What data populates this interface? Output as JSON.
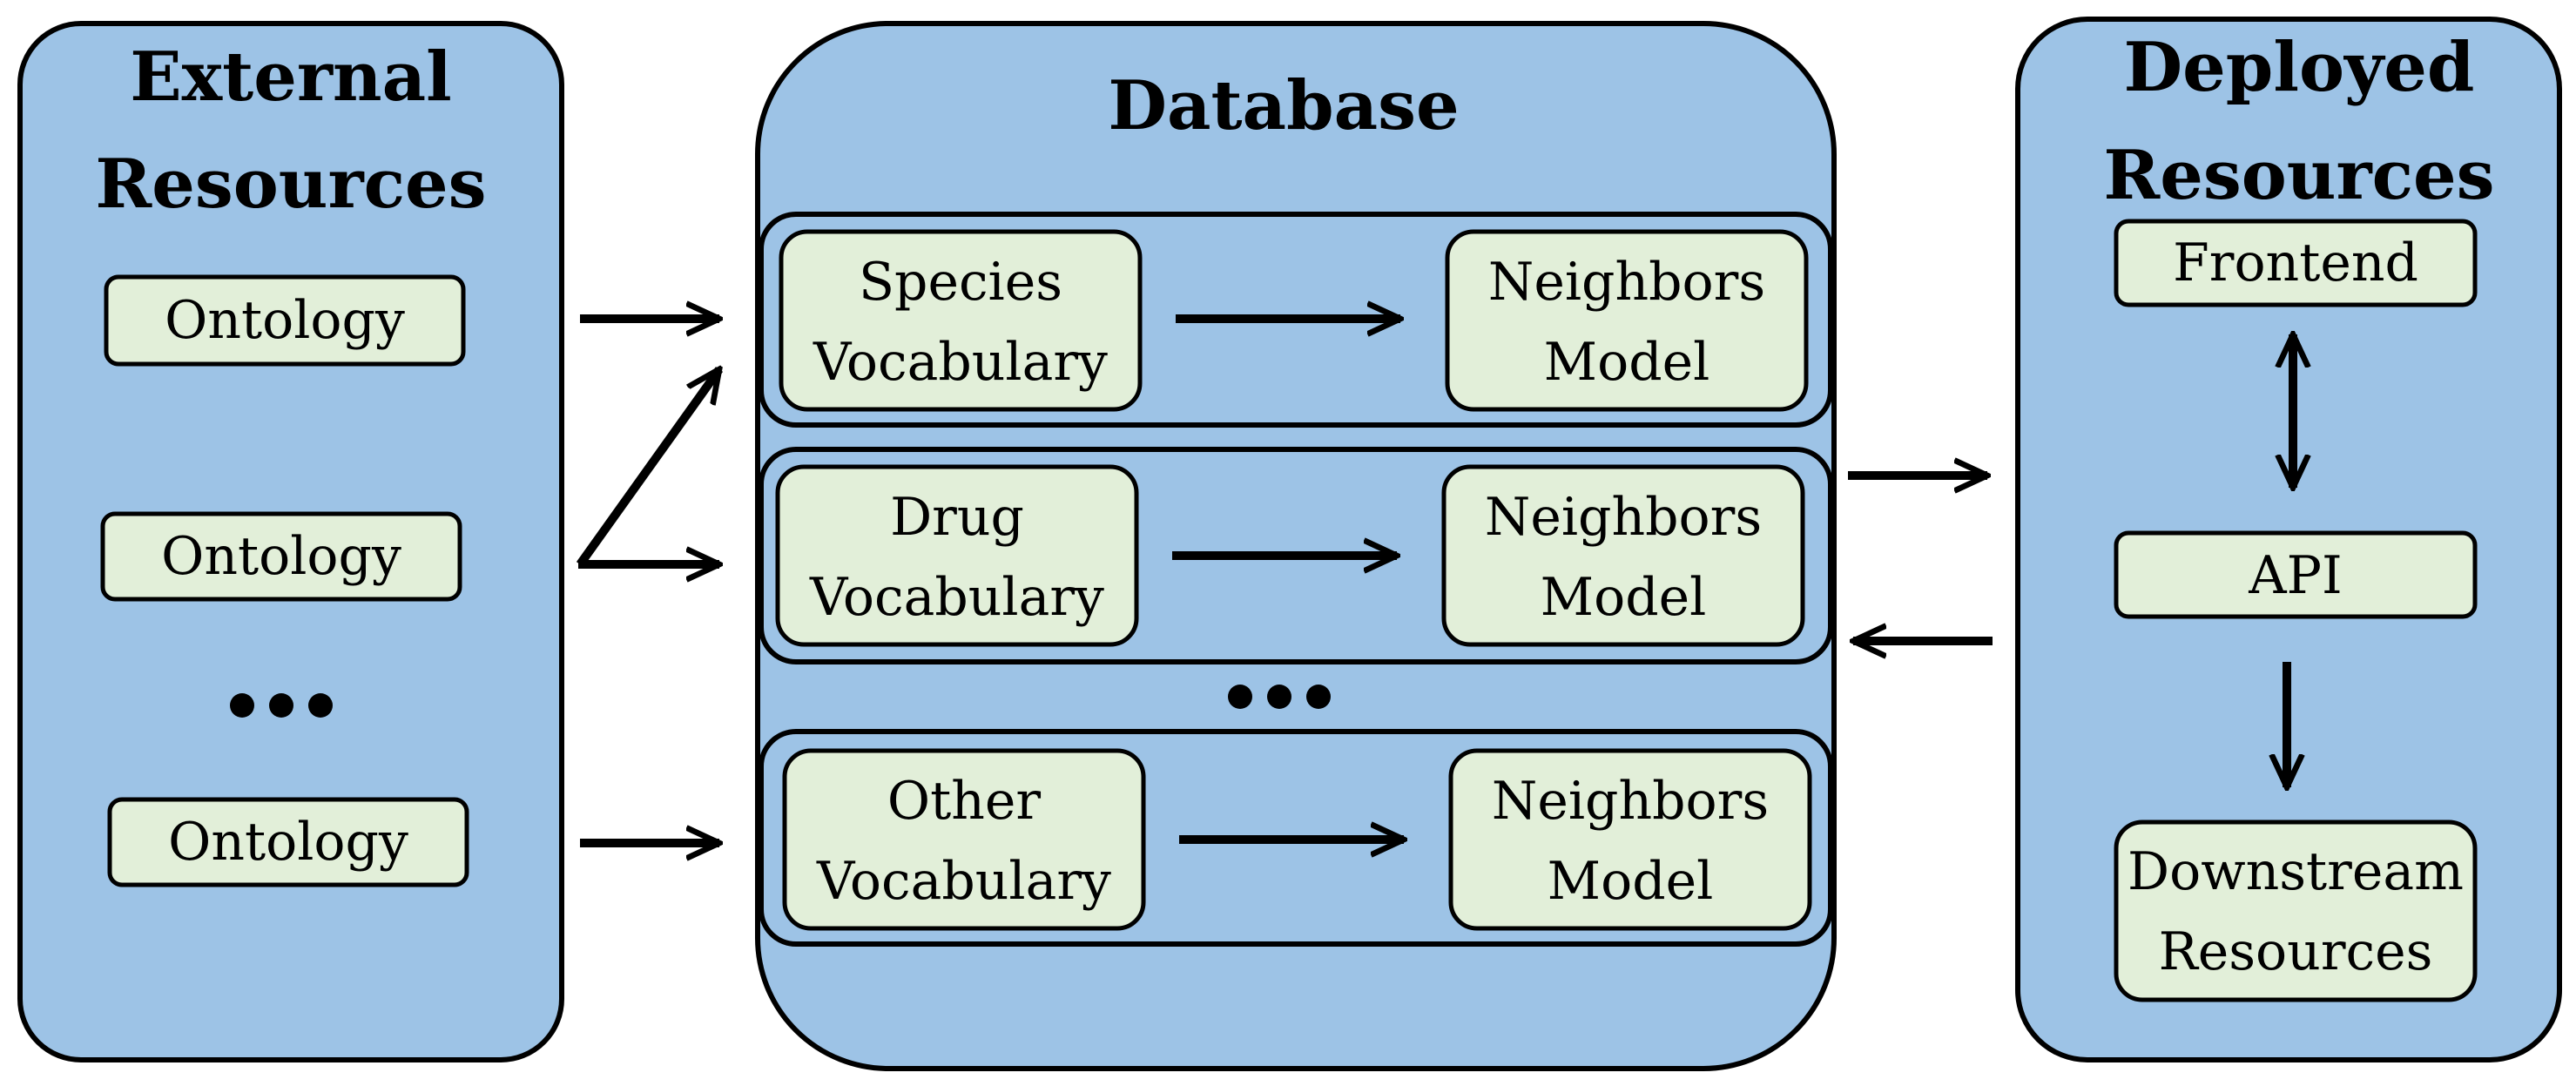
{
  "external": {
    "title_line1": "External",
    "title_line2": "Resources",
    "items": [
      "Ontology",
      "Ontology",
      "Ontology"
    ]
  },
  "database": {
    "title": "Database",
    "rows": [
      {
        "vocab_line1": "Species",
        "vocab_line2": "Vocabulary",
        "model_line1": "Neighbors",
        "model_line2": "Model"
      },
      {
        "vocab_line1": "Drug",
        "vocab_line2": "Vocabulary",
        "model_line1": "Neighbors",
        "model_line2": "Model"
      },
      {
        "vocab_line1": "Other",
        "vocab_line2": "Vocabulary",
        "model_line1": "Neighbors",
        "model_line2": "Model"
      }
    ]
  },
  "deployed": {
    "title_line1": "Deployed",
    "title_line2": "Resources",
    "frontend": "Frontend",
    "api": "API",
    "downstream_line1": "Downstream",
    "downstream_line2": "Resources"
  }
}
